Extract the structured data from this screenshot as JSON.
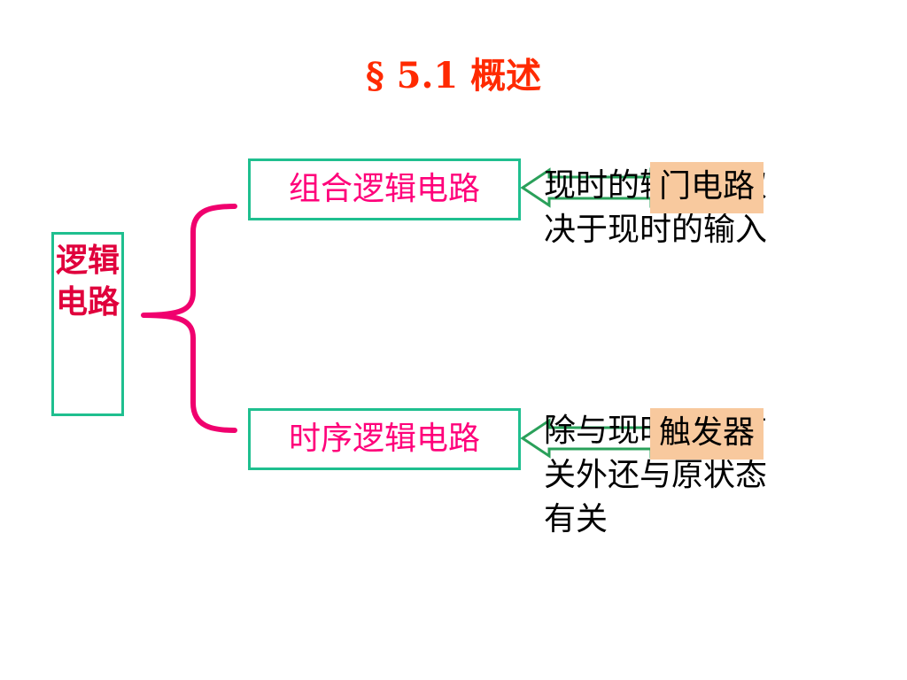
{
  "title": "§ 5.1  概述",
  "colors": {
    "title": "#ff2a00",
    "main_text": "#e0003c",
    "sub_text": "#ff007a",
    "box_border": "#1fbf8f",
    "brace": "#f0006e",
    "arrow": "#2aa05a",
    "tag_bg": "#f8c99e",
    "desc_text": "#000000"
  },
  "diagram": {
    "root": {
      "label": "逻辑电路"
    },
    "branches": [
      {
        "label": "组合逻辑电路",
        "description": [
          "现时的输出仅取",
          "决于现时的输入"
        ],
        "tag": "门电路"
      },
      {
        "label": "时序逻辑电路",
        "description": [
          "除与现时输入有",
          "关外还与原状态",
          "有关"
        ],
        "tag": "触发器"
      }
    ]
  }
}
